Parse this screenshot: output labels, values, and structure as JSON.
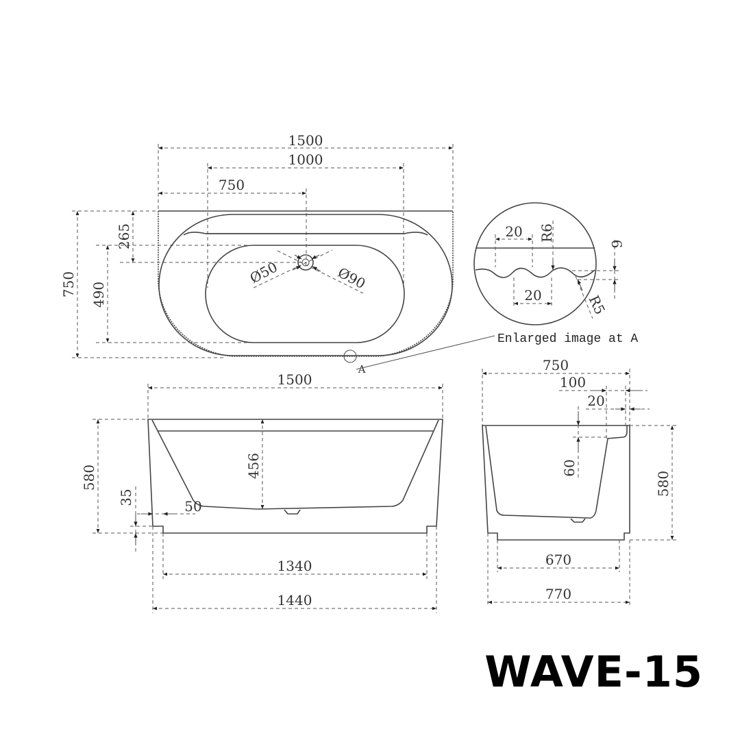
{
  "model_name": "WAVE-15",
  "top_view": {
    "overall_length": "1500",
    "basin_length": "1000",
    "drain_offset_x": "750",
    "overall_width": "750",
    "drain_offset_y": "265",
    "basin_width": "490",
    "drain_inner_diameter": "Ø50",
    "drain_outer_diameter": "Ø90",
    "detail_marker": "A"
  },
  "detail_view": {
    "callout": "Enlarged image at A",
    "wave_pitch_top": "20",
    "wave_pitch_bottom": "20",
    "radius_crest": "R6",
    "radius_trough": "R5",
    "wave_depth": "6"
  },
  "front_view": {
    "overall_length": "1500",
    "height": "580",
    "inner_depth": "456",
    "plinth_height": "35",
    "plinth_inset": "50",
    "base_length": "1340",
    "bottom_length": "1440"
  },
  "side_view": {
    "overall_width": "750",
    "rim_width": "100",
    "rim_offset": "20",
    "rim_step": "60",
    "height": "580",
    "base_width": "670",
    "bottom_width": "770"
  }
}
